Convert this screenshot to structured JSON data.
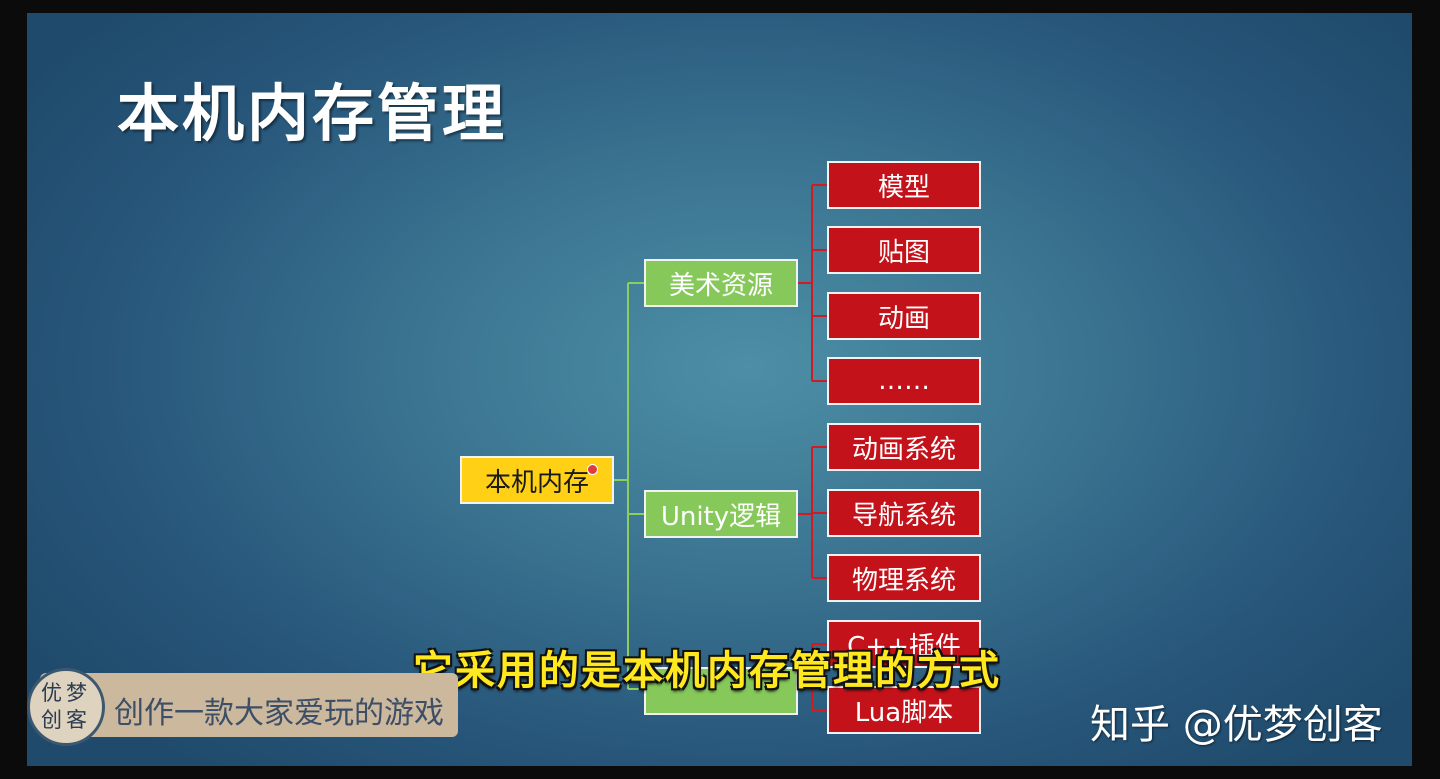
{
  "slide": {
    "title": "本机内存管理",
    "root_label": "本机内存",
    "branches": [
      {
        "label": "美术资源",
        "children": [
          "模型",
          "贴图",
          "动画",
          "……"
        ]
      },
      {
        "label": "Unity逻辑",
        "children": [
          "动画系统",
          "导航系统",
          "物理系统"
        ]
      },
      {
        "label": "",
        "children": [
          "C++插件",
          "Lua脚本"
        ]
      }
    ]
  },
  "subtitle": "它采用的是本机内存管理的方式",
  "brand": {
    "circle_line1": "优梦",
    "circle_line2": "创客",
    "tagline": "创作一款大家爱玩的游戏"
  },
  "watermark": "知乎 @优梦创客",
  "colors": {
    "root": "#ffd015",
    "branch": "#86c85a",
    "leaf": "#c4121a",
    "subtitle": "#ffe81e",
    "connector_green": "#8ccf5c",
    "connector_red": "#d11a22"
  }
}
